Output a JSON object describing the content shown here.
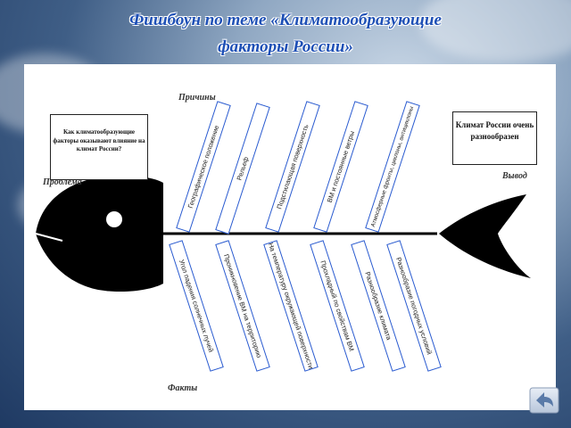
{
  "title": {
    "line1": "Фишбоун по теме «Климатообразующие",
    "line2": "факторы России»"
  },
  "headers": {
    "causes": "Причины",
    "problem": "Проблема",
    "output": "Вывод",
    "facts": "Факты"
  },
  "problem_box": "Как климатообразующие факторы оказывают влияние на климат России?",
  "output_box": "Климат России очень разнообразен",
  "upper_bones": [
    "Географическое положение",
    "Рельеф",
    "Подстилающая поверхность",
    "ВМ и постоянные ветры",
    "Атмосферные фронты, циклоны, антициклоны"
  ],
  "lower_bones": [
    "Угол падения солнечных лучей",
    "Проникновение ВМ на территорию",
    "На температуру окружающей поверхности",
    "Прохладный по свойствам ВМ",
    "Разнообразие климата",
    "Разнообразие погодных условий"
  ],
  "colors": {
    "title": "#1d4fb5",
    "bone_border": "#2a5bd0",
    "spine": "#000000"
  },
  "icons": {
    "nav": "back-arrow-icon"
  }
}
